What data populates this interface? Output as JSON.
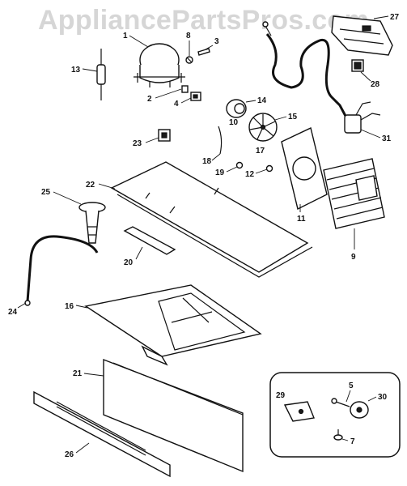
{
  "watermark": "AppliancePartsPros.com",
  "callouts": {
    "c1": "1",
    "c2": "2",
    "c3": "3",
    "c4": "4",
    "c5": "5",
    "c7": "7",
    "c8": "8",
    "c9": "9",
    "c10": "10",
    "c11": "11",
    "c12": "12",
    "c13": "13",
    "c14": "14",
    "c15": "15",
    "c16": "16",
    "c17": "17",
    "c18": "18",
    "c19": "19",
    "c20": "20",
    "c21": "21",
    "c22": "22",
    "c23": "23",
    "c24": "24",
    "c25": "25",
    "c26": "26",
    "c27": "27",
    "c28": "28",
    "c29": "29",
    "c30": "30",
    "c31": "31"
  }
}
